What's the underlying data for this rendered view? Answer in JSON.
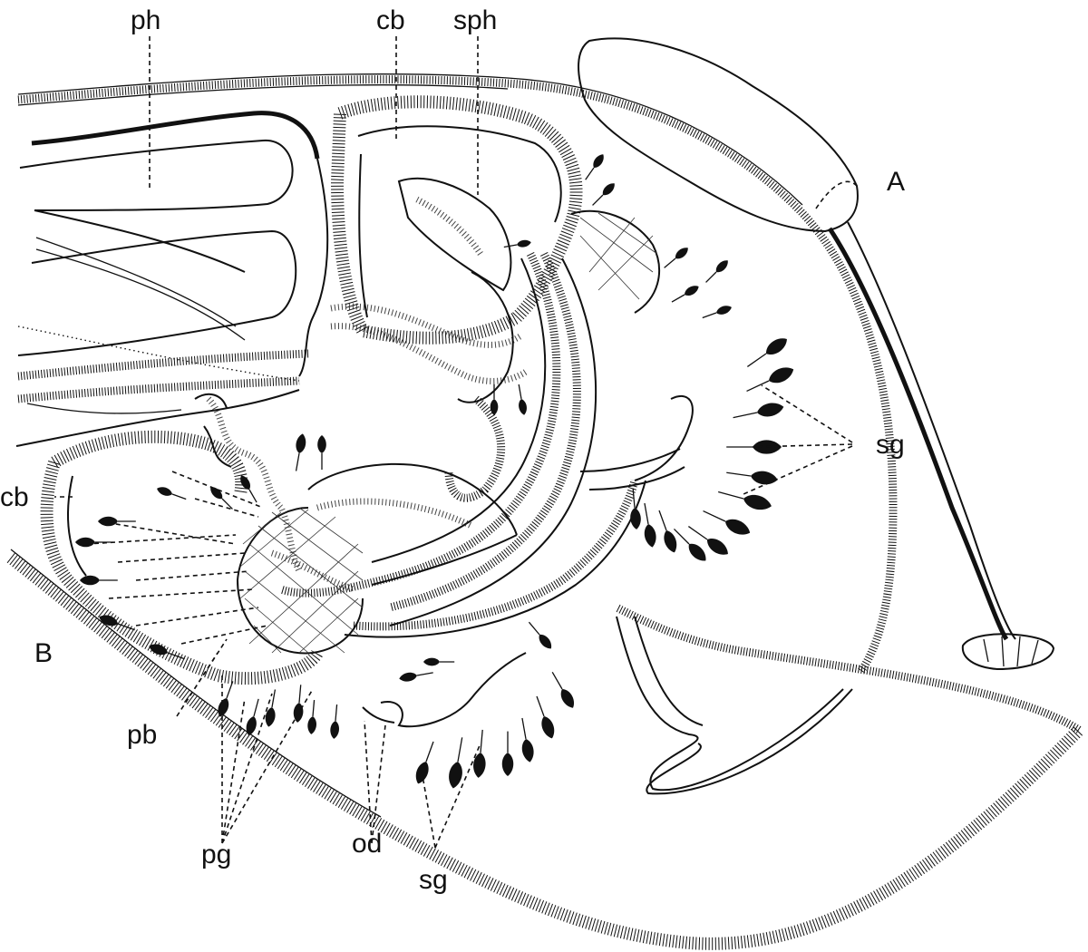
{
  "figure": {
    "labels": {
      "ph": "ph",
      "cb_top": "cb",
      "sph": "sph",
      "A": "A",
      "sg_right": "sg",
      "cb_left": "cb",
      "B": "B",
      "pb": "pb",
      "pg": "pg",
      "od": "od",
      "sg_bottom": "sg"
    }
  }
}
